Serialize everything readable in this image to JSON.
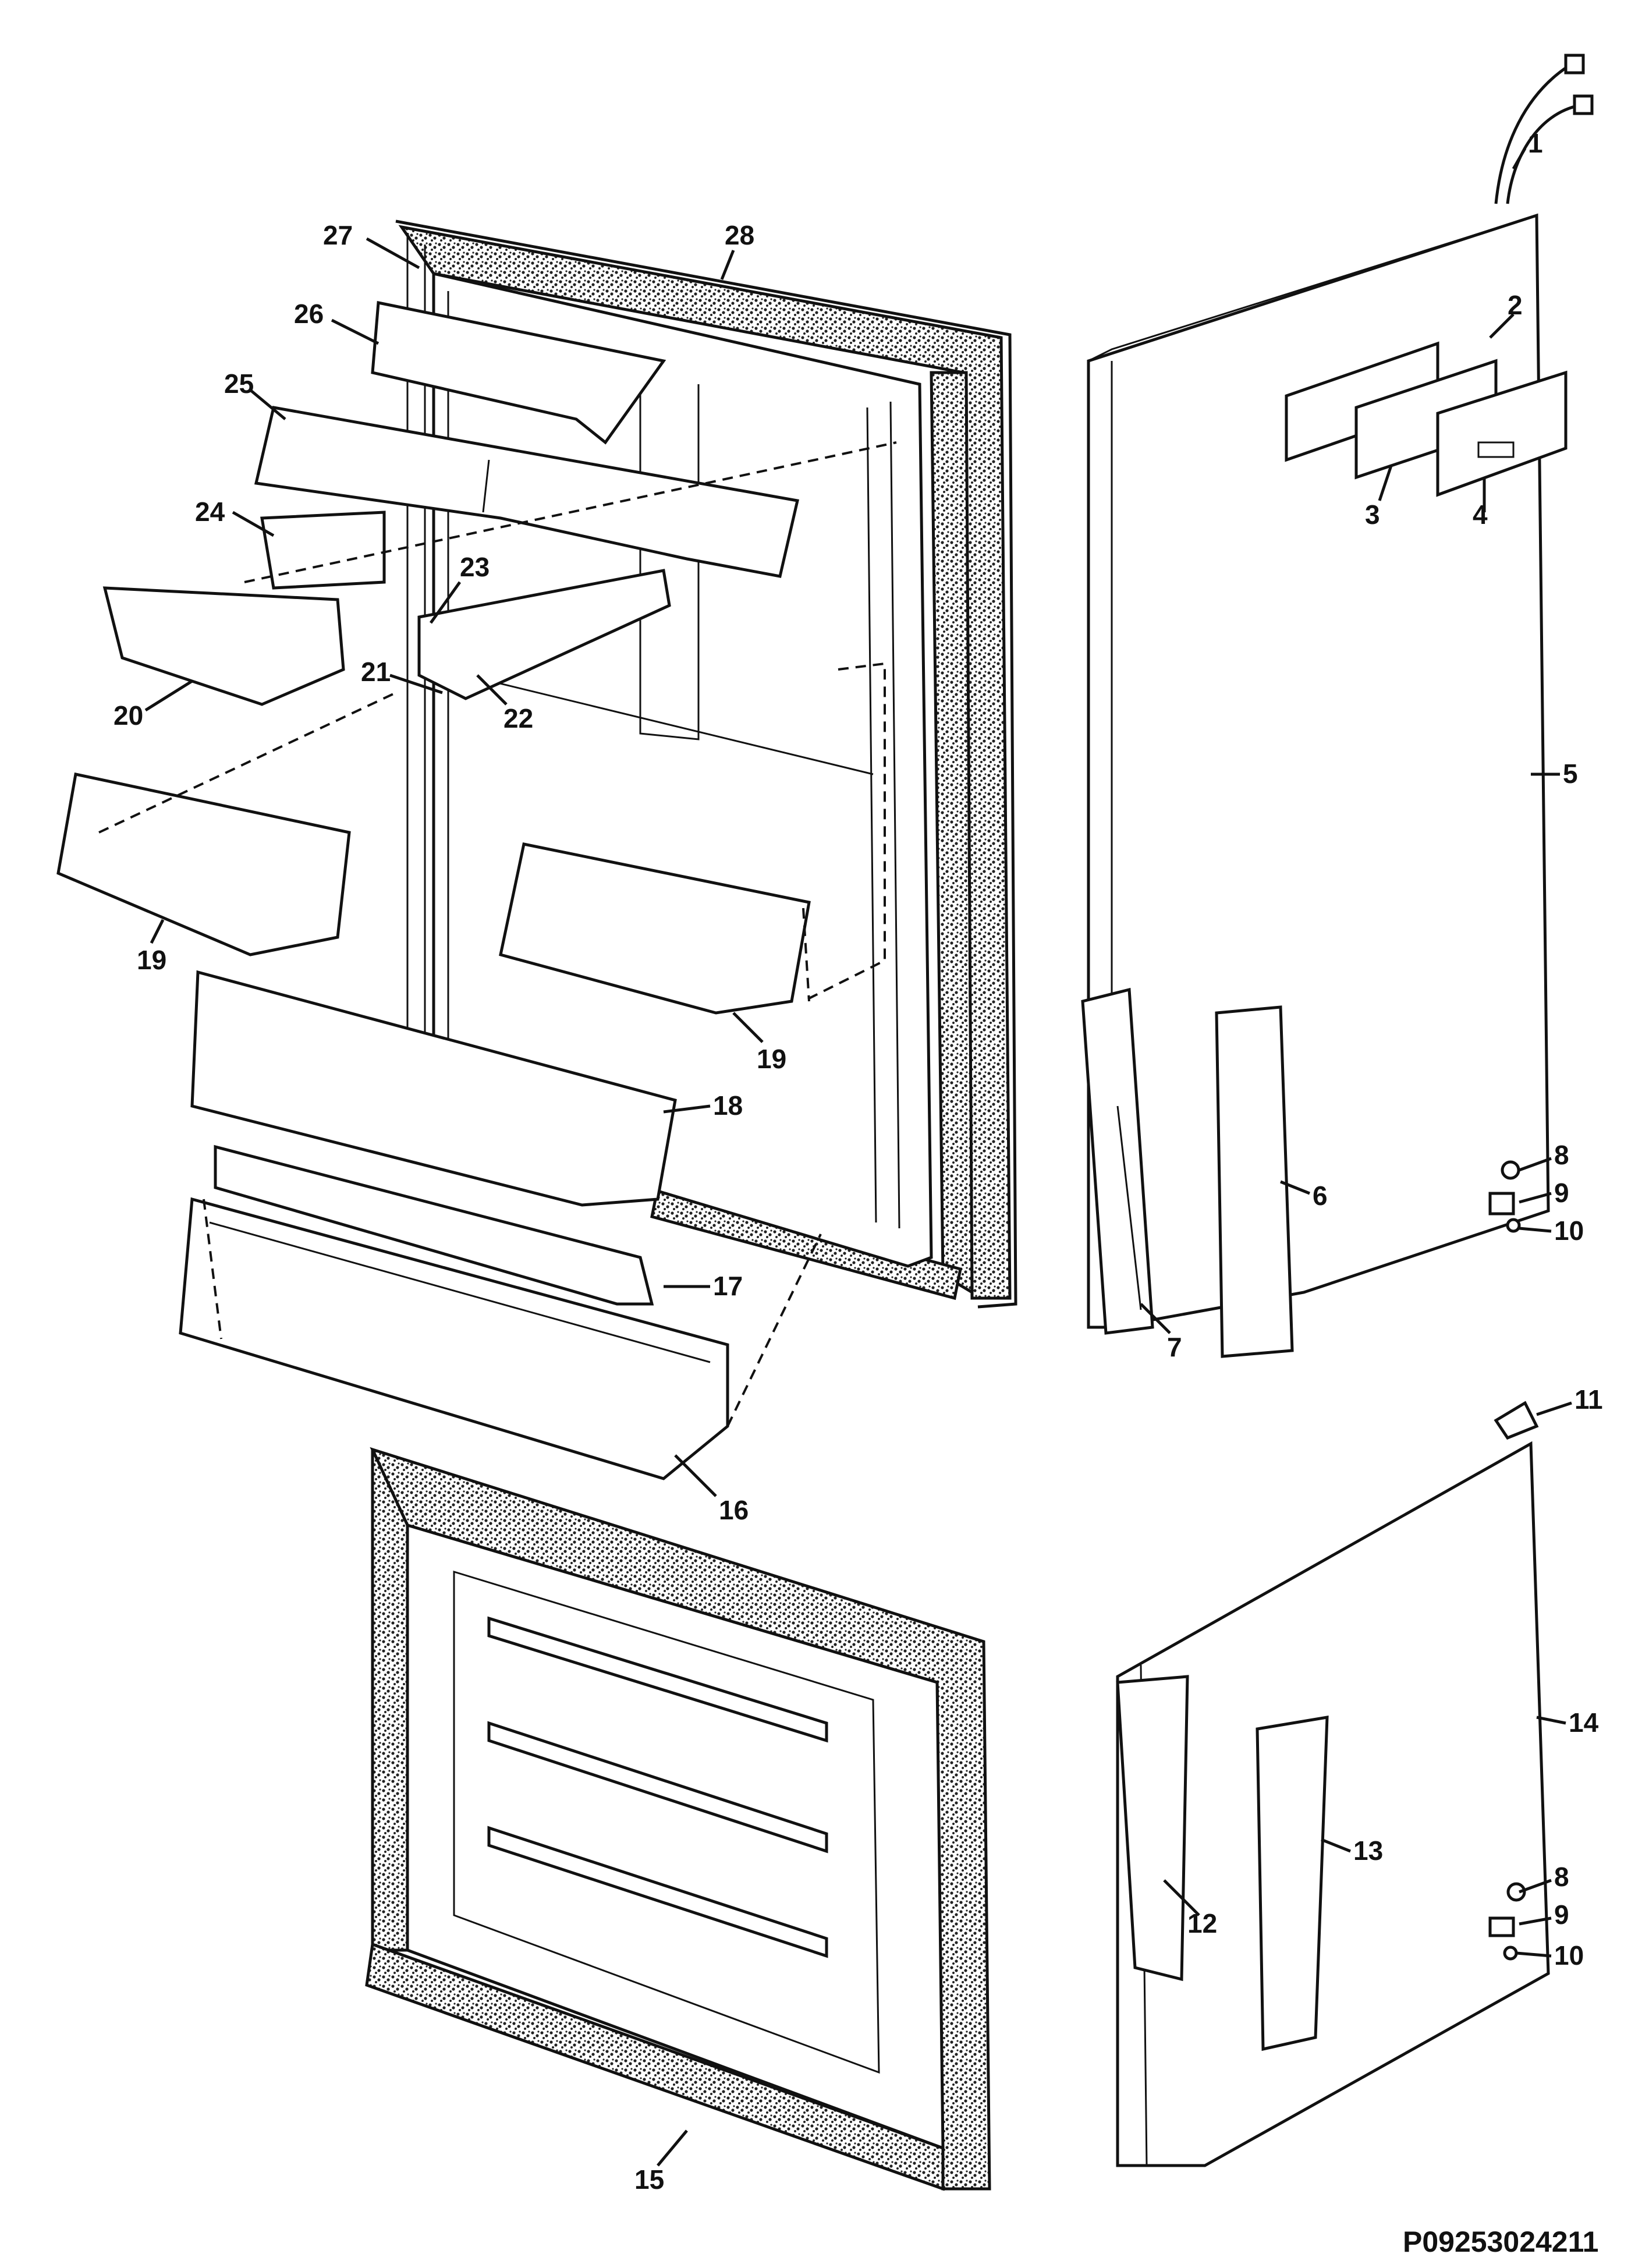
{
  "diagram": {
    "title": "Refrigerator and freezer door exploded parts view",
    "drawing_code": "P09253024211",
    "callouts": [
      {
        "id": "1",
        "label": "1"
      },
      {
        "id": "2",
        "label": "2"
      },
      {
        "id": "3",
        "label": "3"
      },
      {
        "id": "4",
        "label": "4"
      },
      {
        "id": "5",
        "label": "5"
      },
      {
        "id": "6",
        "label": "6"
      },
      {
        "id": "7",
        "label": "7"
      },
      {
        "id": "8a",
        "label": "8"
      },
      {
        "id": "9a",
        "label": "9"
      },
      {
        "id": "10a",
        "label": "10"
      },
      {
        "id": "11",
        "label": "11"
      },
      {
        "id": "12",
        "label": "12"
      },
      {
        "id": "13",
        "label": "13"
      },
      {
        "id": "14",
        "label": "14"
      },
      {
        "id": "8b",
        "label": "8"
      },
      {
        "id": "9b",
        "label": "9"
      },
      {
        "id": "10b",
        "label": "10"
      },
      {
        "id": "15",
        "label": "15"
      },
      {
        "id": "16",
        "label": "16"
      },
      {
        "id": "17",
        "label": "17"
      },
      {
        "id": "18",
        "label": "18"
      },
      {
        "id": "19a",
        "label": "19"
      },
      {
        "id": "19b",
        "label": "19"
      },
      {
        "id": "20",
        "label": "20"
      },
      {
        "id": "21",
        "label": "21"
      },
      {
        "id": "22",
        "label": "22"
      },
      {
        "id": "23",
        "label": "23"
      },
      {
        "id": "24",
        "label": "24"
      },
      {
        "id": "25",
        "label": "25"
      },
      {
        "id": "26",
        "label": "26"
      },
      {
        "id": "27",
        "label": "27"
      },
      {
        "id": "28",
        "label": "28"
      }
    ]
  }
}
